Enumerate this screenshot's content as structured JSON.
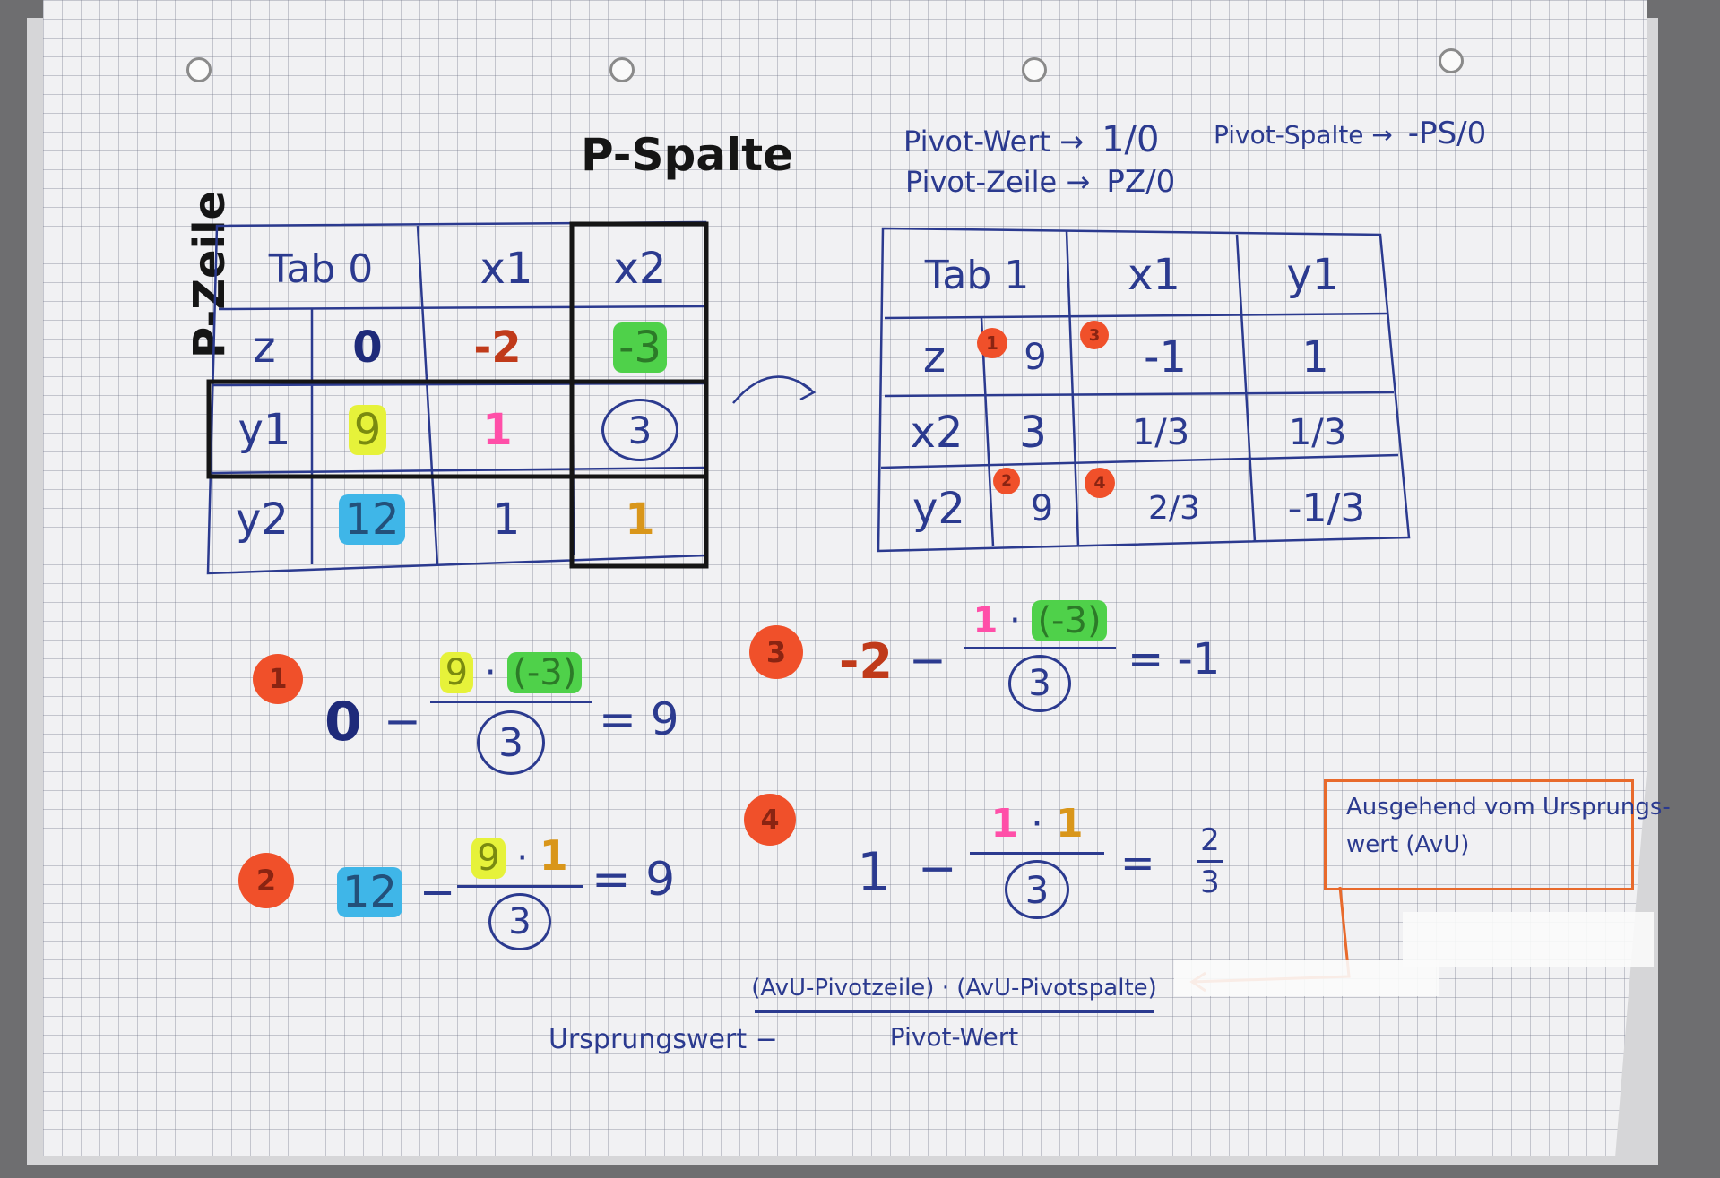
{
  "title_spalte": "P-Spalte",
  "title_zeile": "P-Zeile",
  "legend": {
    "pivot_wert": "Pivot-Wert →",
    "pivot_wert_frac": "1/0",
    "pivot_zeile": "Pivot-Zeile →",
    "pivot_zeile_frac": "PZ/0",
    "pivot_spalte": "Pivot-Spalte →",
    "pivot_spalte_frac": "-PS/0"
  },
  "tab0": {
    "corner": "Tab 0",
    "col1": "x1",
    "col2": "x2",
    "rows": [
      {
        "label": "z",
        "v0": "0",
        "v1": "-2",
        "v2": "-3"
      },
      {
        "label": "y1",
        "v0": "9",
        "v1": "1",
        "v2": "3"
      },
      {
        "label": "y2",
        "v0": "12",
        "v1": "1",
        "v2": "1"
      }
    ]
  },
  "tab1": {
    "corner": "Tab 1",
    "col1": "x1",
    "col2": "y1",
    "rows": [
      {
        "label": "z",
        "v0": "9",
        "v1": "-1",
        "v2": "1"
      },
      {
        "label": "x2",
        "v0": "3",
        "v1": "1/3",
        "v2": "1/3"
      },
      {
        "label": "y2",
        "v0": "9",
        "v1": "2/3",
        "v2": "-1/3"
      }
    ]
  },
  "badges": {
    "b1": "1",
    "b2": "2",
    "b3": "3",
    "b4": "4"
  },
  "eq1": {
    "a": "0",
    "minus": "−",
    "n1": "9",
    "dot": "·",
    "n2": "(-3)",
    "den": "3",
    "res": "= 9"
  },
  "eq2": {
    "a": "12",
    "minus": "−",
    "n1": "9",
    "dot": "·",
    "n2": "1",
    "den": "3",
    "res": "= 9"
  },
  "eq3": {
    "a": "-2",
    "minus": "−",
    "n1": "1",
    "dot": "·",
    "n2": "(-3)",
    "den": "3",
    "res": "= -1"
  },
  "eq4": {
    "a": "1",
    "minus": "−",
    "n1": "1",
    "dot": "·",
    "n2": "1",
    "den": "3",
    "res": "=",
    "res_num": "2",
    "res_den": "3"
  },
  "formula": {
    "left": "Ursprungswert −",
    "num": "(AvU-Pivotzeile) · (AvU-Pivotspalte)",
    "den": "Pivot-Wert"
  },
  "note": {
    "line1": "Ausgehend vom Ursprungs-",
    "line2": "wert (AvU)"
  },
  "colors": {
    "pen": "#2b3a8f",
    "orange": "#f0502a",
    "green": "#4fd14a",
    "yellow": "#e6f23a",
    "pink": "#ff4fa8",
    "cyan": "#3fb6e8",
    "amber": "#d9961a",
    "brown": "#c03a1a"
  }
}
